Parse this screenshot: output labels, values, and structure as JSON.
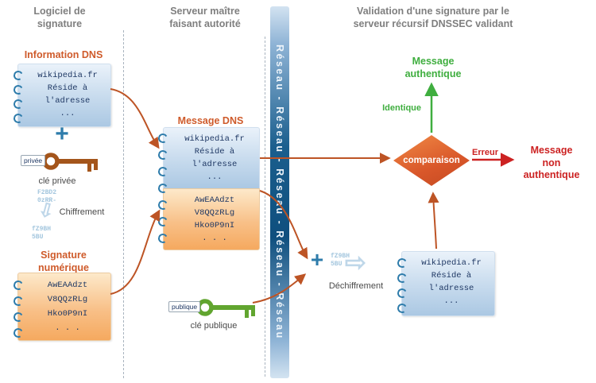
{
  "colors": {
    "accent_orange": "#cf5b2b",
    "arrow_brown": "#bd5425",
    "green": "#3fae3f",
    "red": "#cc2222",
    "navy": "#1f3864",
    "teal": "#2e7cab"
  },
  "icons": {
    "plus": "+",
    "encrypt_arrow": "⇩",
    "decrypt_arrow": "⇨"
  },
  "headers": {
    "left": "Logiciel de\nsignature",
    "middle": "Serveur maître\nfaisant autorité",
    "right": "Validation d'une signature par le\nserveur récursif DNSSEC validant"
  },
  "network": {
    "label": "Réseau - Réseau - Réseau - Réseau - Réseau"
  },
  "left": {
    "info_label": "Information DNS",
    "dns_card": "wikipedia.fr\nRéside à\nl'adresse\n...",
    "key_tag": "privée",
    "key_caption": "clé privée",
    "cipher_top": "F2BD2\n0zRR-",
    "cipher_bottom": "fZ9BH\n5BU",
    "cipher_label": "Chiffrement",
    "sig_label": "Signature\nnumérique",
    "sig_card": "AwEAAdzt\nV8QQzRLg\nHko0P9nI\n. . ."
  },
  "middle": {
    "msg_label": "Message DNS",
    "msg_top": "wikipedia.fr\nRéside à\nl'adresse\n...",
    "msg_bottom": "AwEAAdzt\nV8QQzRLg\nHko0P9nI\n. . .",
    "key_tag": "publique",
    "key_caption": "clé publique"
  },
  "right": {
    "authentic": "Message\nauthentique",
    "identique": "Identique",
    "comparison": "comparaison",
    "erreur": "Erreur",
    "not_authentic": "Message\nnon\nauthentique",
    "decipher_hash": "fZ9BH\n5BU",
    "decipher_label": "Déchiffrement",
    "result_card": "wikipedia.fr\nRéside à\nl'adresse\n..."
  }
}
